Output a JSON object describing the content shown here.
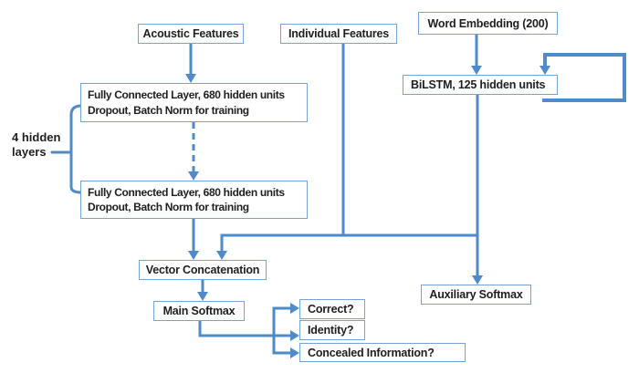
{
  "diagram": {
    "background": "#ffffff",
    "colors": {
      "connector_blue": "#4e8bc8",
      "box_border_blue": "#74a3d6",
      "text": "#1f1f1f"
    },
    "nodes": {
      "acoustic_features": {
        "label": "Acoustic Features"
      },
      "individual_features": {
        "label": "Individual Features"
      },
      "word_embedding": {
        "label": "Word Embedding (200)"
      },
      "fully_connected_1": {
        "line1": "Fully Connected Layer, 680 hidden units",
        "line2": "Dropout, Batch Norm for training"
      },
      "fully_connected_2": {
        "line1": "Fully Connected Layer, 680 hidden units",
        "line2": "Dropout, Batch Norm for training"
      },
      "bilstm": {
        "label": "BiLSTM, 125 hidden units"
      },
      "vector_concatenation": {
        "label": "Vector Concatenation"
      },
      "main_softmax": {
        "label": "Main Softmax"
      },
      "auxiliary_softmax": {
        "label": "Auxiliary Softmax"
      },
      "output_correct": {
        "label": "Correct?"
      },
      "output_identity": {
        "label": "Identity?"
      },
      "output_concealed": {
        "label": "Concealed Information?"
      }
    },
    "annotations": {
      "hidden_layers": {
        "line1": "4 hidden",
        "line2": "layers"
      }
    },
    "edges": [
      {
        "from": "acoustic_features",
        "to": "fully_connected_1",
        "style": "solid-arrow"
      },
      {
        "from": "fully_connected_1",
        "to": "fully_connected_2",
        "style": "dashed-arrow"
      },
      {
        "from": "fully_connected_2",
        "to": "vector_concatenation",
        "style": "solid-arrow"
      },
      {
        "from": "individual_features",
        "to": "vector_concatenation",
        "style": "solid-arrow"
      },
      {
        "from": "word_embedding",
        "to": "bilstm",
        "style": "solid-arrow"
      },
      {
        "from": "bilstm",
        "to": "bilstm",
        "style": "recurrent-loop"
      },
      {
        "from": "bilstm",
        "to": "vector_concatenation",
        "style": "solid-arrow"
      },
      {
        "from": "bilstm",
        "to": "auxiliary_softmax",
        "style": "solid-arrow"
      },
      {
        "from": "vector_concatenation",
        "to": "main_softmax",
        "style": "solid-arrow"
      },
      {
        "from": "main_softmax",
        "to": "output_correct",
        "style": "solid-arrow"
      },
      {
        "from": "main_softmax",
        "to": "output_identity",
        "style": "solid-arrow"
      },
      {
        "from": "main_softmax",
        "to": "output_concealed",
        "style": "solid-arrow"
      },
      {
        "from": "hidden_layers_annotation",
        "to": "fully_connected_1_and_2",
        "style": "brace"
      }
    ]
  }
}
